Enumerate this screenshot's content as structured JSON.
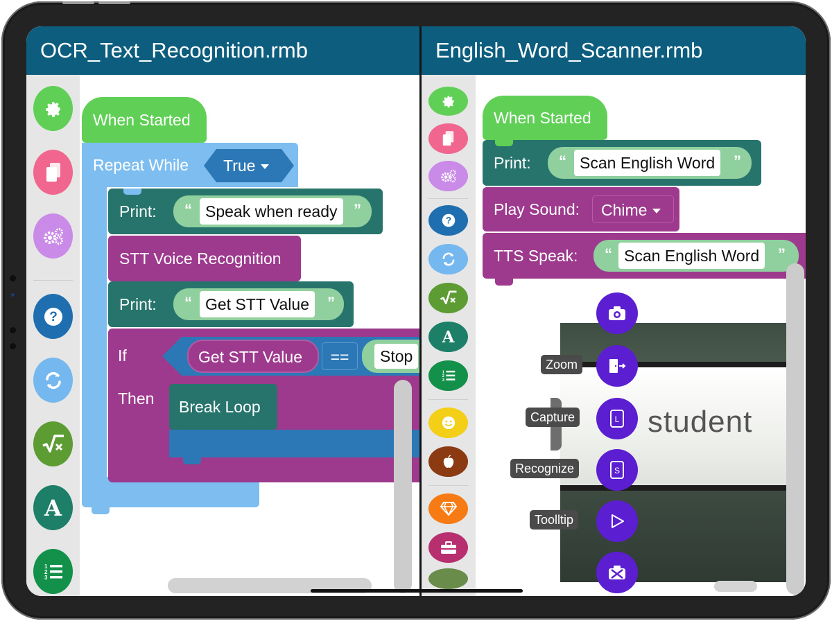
{
  "left_pane": {
    "title": "OCR_Text_Recognition.rmb",
    "palette": [
      "gear-icon",
      "copy-icon",
      "gears-icon",
      "help-icon",
      "refresh-icon",
      "math-icon",
      "text-icon",
      "list-icon"
    ],
    "blocks": {
      "when_started": "When Started",
      "repeat_while": "Repeat While",
      "repeat_condition": "True",
      "print1_label": "Print:",
      "print1_value": "Speak when ready",
      "stt_recognition": "STT Voice Recognition",
      "print2_label": "Print:",
      "print2_value": "Get STT Value",
      "if_label": "If",
      "then_label": "Then",
      "compare_left": "Get STT Value",
      "compare_op": "==",
      "compare_right": "Stop",
      "break_loop": "Break Loop"
    }
  },
  "right_pane": {
    "title": "English_Word_Scanner.rmb",
    "palette": [
      "gear-icon",
      "copy-icon",
      "gears-icon",
      "help-icon",
      "refresh-icon",
      "math-icon",
      "text-icon",
      "list-icon",
      "emoji-icon",
      "apple-icon",
      "gem-icon",
      "toolbox-icon"
    ],
    "blocks": {
      "when_started": "When Started",
      "print_label": "Print:",
      "print_value": "Scan English Word",
      "play_sound_label": "Play Sound:",
      "play_sound_value": "Chime",
      "tts_label": "TTS Speak:",
      "tts_value": "Scan English Word"
    },
    "camera": {
      "recognized_word": "student"
    },
    "tools": {
      "zoom": "Zoom",
      "capture": "Capture",
      "recognize": "Recognize",
      "tooltip": "Toolltip"
    }
  },
  "quote_glyphs": {
    "open": "“",
    "close": "”"
  },
  "colors": {
    "titlebar": "#0d5d7e",
    "event_green": "#5fcf55",
    "control_light_blue": "#7ebdf0",
    "dark_teal": "#26746c",
    "magenta": "#9d3a8d",
    "logic_blue": "#2c78b6",
    "camera_button": "#5b1fd1"
  }
}
